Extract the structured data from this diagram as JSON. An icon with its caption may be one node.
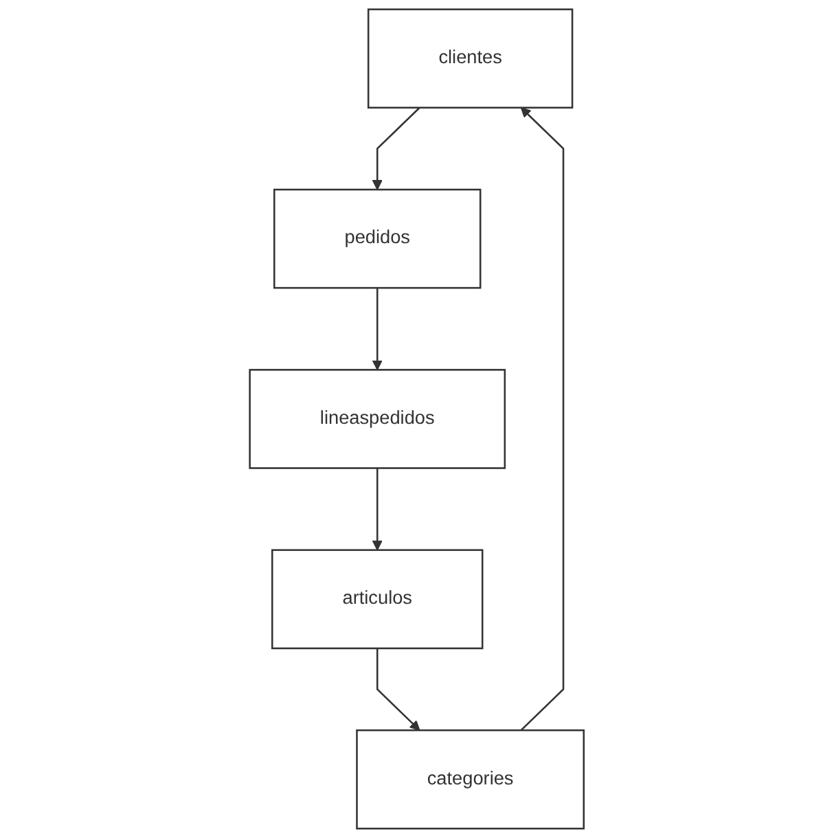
{
  "diagram": {
    "nodes": [
      {
        "text": [
          "clientes"
        ]
      },
      {
        "text": [
          "categories"
        ]
      },
      {
        "text": [
          "pedidos"
        ]
      },
      {
        "text": [
          "articulos"
        ]
      },
      {
        "text": [
          "lineaspedidos"
        ]
      }
    ],
    "edges": [
      {
        "from": 0,
        "to": 2,
        "arrow": "to"
      },
      {
        "from": 2,
        "to": 4,
        "arrow": "to"
      },
      {
        "from": 4,
        "to": 3,
        "arrow": "to"
      },
      {
        "from": 3,
        "to": 1,
        "arrow": "to"
      },
      {
        "from": 1,
        "to": 0,
        "arrow": "to"
      }
    ]
  }
}
